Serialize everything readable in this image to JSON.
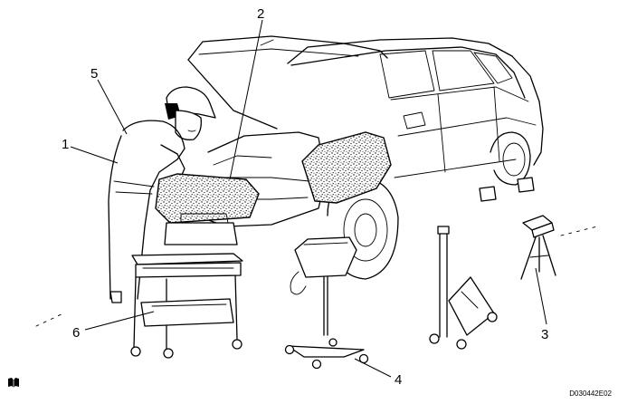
{
  "callouts": {
    "c1": "1",
    "c2": "2",
    "c3": "3",
    "c4": "4",
    "c5": "5",
    "c6": "6"
  },
  "figure_code": "D030442E02",
  "icons": {
    "corner_icon": "book-icon"
  }
}
